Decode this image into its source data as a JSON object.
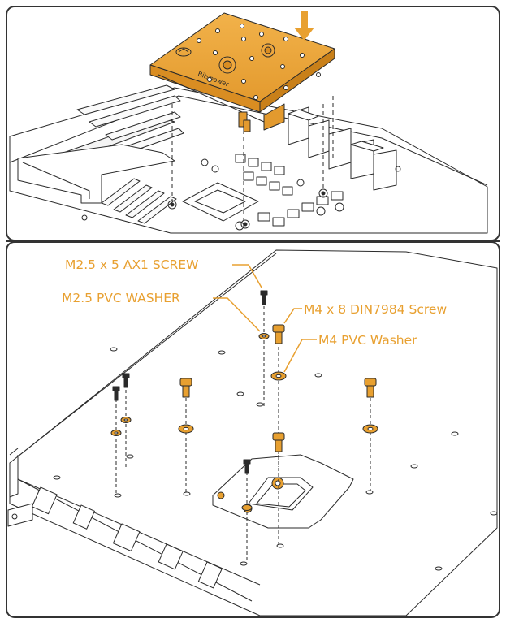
{
  "colors": {
    "accent": "#E8A030",
    "accent_dark": "#B8761A",
    "line": "#2a2a2a",
    "frame": "#333333",
    "background": "#ffffff"
  },
  "icons": {
    "down_arrow": "down-arrow-icon",
    "waterblock_logo": "bitspower-logo-icon"
  },
  "panels": {
    "top": {
      "name": "waterblock-installation-step"
    },
    "bottom": {
      "name": "backplate-screw-assembly-step"
    }
  },
  "callouts": {
    "m25_screw": "M2.5 x 5 AX1 SCREW",
    "m25_washer": "M2.5 PVC WASHER",
    "m4_screw": "M4 x 8 DIN7984 Screw",
    "m4_washer": "M4 PVC Washer"
  },
  "block_text": "Bitspower"
}
